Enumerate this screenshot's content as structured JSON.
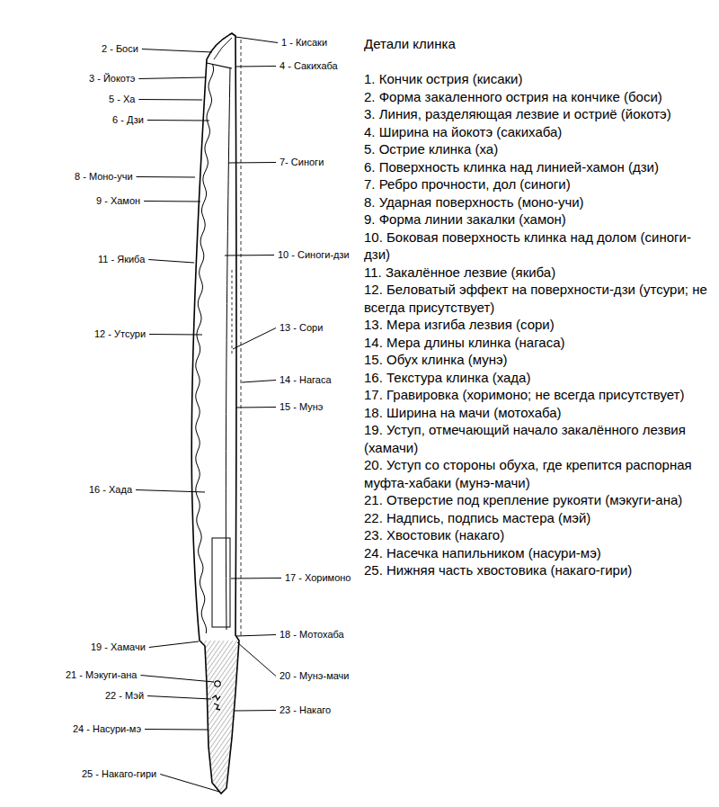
{
  "diagram": {
    "title": "Детали клинка",
    "labels": [
      "1 - Кисаки",
      "2 - Боси",
      "3 - Йокотэ",
      "4 - Сакихаба",
      "5 - Ха",
      "6 - Дзи",
      "7- Синоги",
      "8 - Моно-учи",
      "9 - Хамон",
      "10 - Синоги-дзи",
      "11 - Якиба",
      "12 - Утсури",
      "13 - Сори",
      "14 - Нагаса",
      "15 - Мунэ",
      "16 - Хада",
      "17 - Хоримоно",
      "18 - Мотохаба",
      "19 - Хамачи",
      "20 - Мунэ-мачи",
      "21 - Мэкуги-ана",
      "22 - Мэй",
      "23 - Накаго",
      "24 - Насури-мэ",
      "25 - Накаго-гири",
      "1. Кончик острия (кисаки)",
      "2. Форма закаленного острия на кончике (боси)",
      "3. Линия, разделяющая лезвие и остриё (йокотэ)",
      "4. Ширина на йокотэ (сакихаба)",
      "5. Острие клинка (ха)",
      "6. Поверхность клинка над линией-хамон (дзи)",
      "7. Ребро прочности, дол (синоги)",
      "8. Ударная поверхность (моно-учи)",
      "9. Форма линии закалки (хамон)",
      "10. Боковая поверхность клинка над долом (синоги-дзи)",
      "11. Закалённое лезвие (якиба)",
      "12. Беловатый эффект на поверхности-дзи (утсури; не всегда присутствует)",
      "13. Мера изгиба лезвия (сори)",
      "14. Мера длины клинка (нагаса)",
      "15. Обух клинка (мунэ)",
      "16. Текстура клинка (хада)",
      "17. Гравировка (хоримоно; не всегда присутствует)",
      "18. Ширина на мачи (мотохаба)",
      "19. Уступ, отмечающий начало закалённого лезвия (хамачи)",
      "20. Уступ со стороны обуха, где крепится распорная муфта-хабаки (мунэ-мачи)",
      "21. Отверстие под крепление рукояти (мэкуги-ана)",
      "22. Надпись, подпись мастера (мэй)",
      "23. Хвостовик (накаго)",
      "24. Насечка напильником (насури-мэ)",
      "25. Нижняя часть хвостовика (накаго-гири)"
    ]
  }
}
